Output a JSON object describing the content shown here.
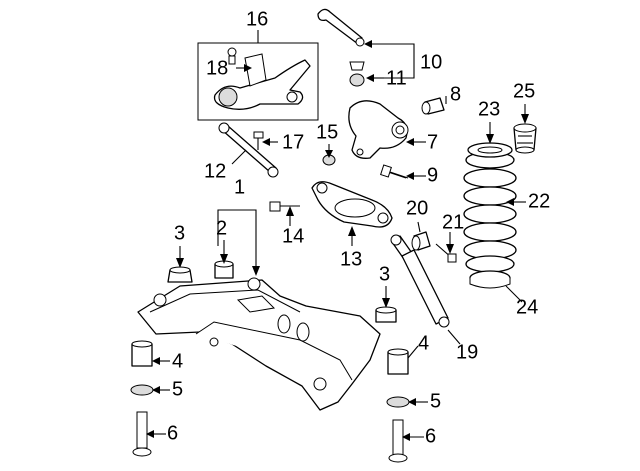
{
  "diagram": {
    "callouts": [
      {
        "id": "c1",
        "label": "1"
      },
      {
        "id": "c2",
        "label": "2"
      },
      {
        "id": "c3a",
        "label": "3"
      },
      {
        "id": "c3b",
        "label": "3"
      },
      {
        "id": "c4a",
        "label": "4"
      },
      {
        "id": "c4b",
        "label": "4"
      },
      {
        "id": "c5a",
        "label": "5"
      },
      {
        "id": "c5b",
        "label": "5"
      },
      {
        "id": "c6a",
        "label": "6"
      },
      {
        "id": "c6b",
        "label": "6"
      },
      {
        "id": "c7",
        "label": "7"
      },
      {
        "id": "c8",
        "label": "8"
      },
      {
        "id": "c9",
        "label": "9"
      },
      {
        "id": "c10",
        "label": "10"
      },
      {
        "id": "c11",
        "label": "11"
      },
      {
        "id": "c12",
        "label": "12"
      },
      {
        "id": "c13",
        "label": "13"
      },
      {
        "id": "c14",
        "label": "14"
      },
      {
        "id": "c15",
        "label": "15"
      },
      {
        "id": "c16",
        "label": "16"
      },
      {
        "id": "c17",
        "label": "17"
      },
      {
        "id": "c18",
        "label": "18"
      },
      {
        "id": "c19",
        "label": "19"
      },
      {
        "id": "c20",
        "label": "20"
      },
      {
        "id": "c21",
        "label": "21"
      },
      {
        "id": "c22",
        "label": "22"
      },
      {
        "id": "c23",
        "label": "23"
      },
      {
        "id": "c24",
        "label": "24"
      },
      {
        "id": "c25",
        "label": "25"
      }
    ]
  }
}
